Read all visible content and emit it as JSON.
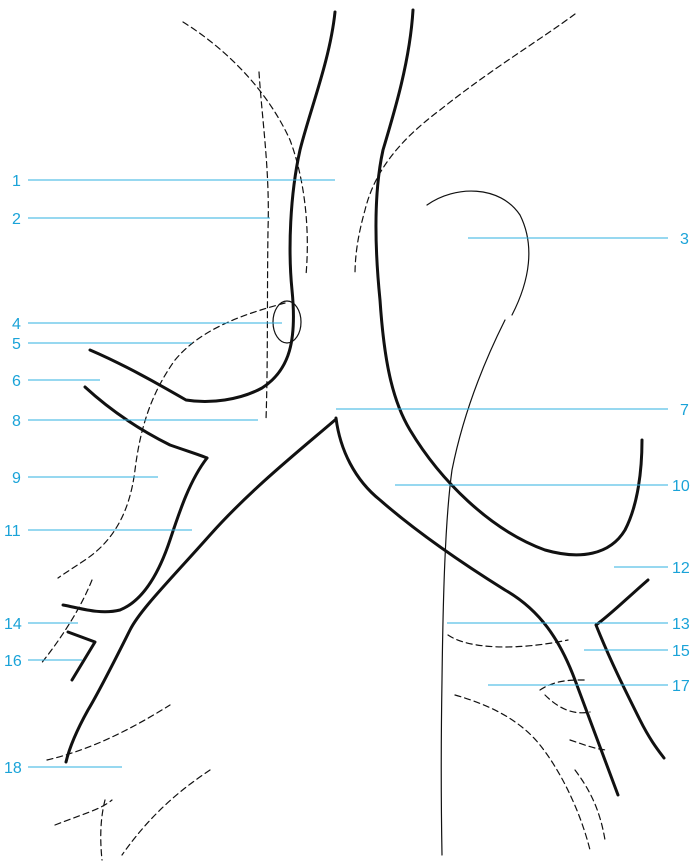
{
  "diagram": {
    "label_color": "#1aa3d8",
    "labels": [
      {
        "id": "1",
        "text": "1"
      },
      {
        "id": "2",
        "text": "2"
      },
      {
        "id": "3",
        "text": "3"
      },
      {
        "id": "4",
        "text": "4"
      },
      {
        "id": "5",
        "text": "5"
      },
      {
        "id": "6",
        "text": "6"
      },
      {
        "id": "7",
        "text": "7"
      },
      {
        "id": "8",
        "text": "8"
      },
      {
        "id": "9",
        "text": "9"
      },
      {
        "id": "10",
        "text": "10"
      },
      {
        "id": "11",
        "text": "11"
      },
      {
        "id": "12",
        "text": "12"
      },
      {
        "id": "13",
        "text": "13"
      },
      {
        "id": "14",
        "text": "14"
      },
      {
        "id": "15",
        "text": "15"
      },
      {
        "id": "16",
        "text": "16"
      },
      {
        "id": "17",
        "text": "17"
      },
      {
        "id": "18",
        "text": "18"
      }
    ]
  }
}
